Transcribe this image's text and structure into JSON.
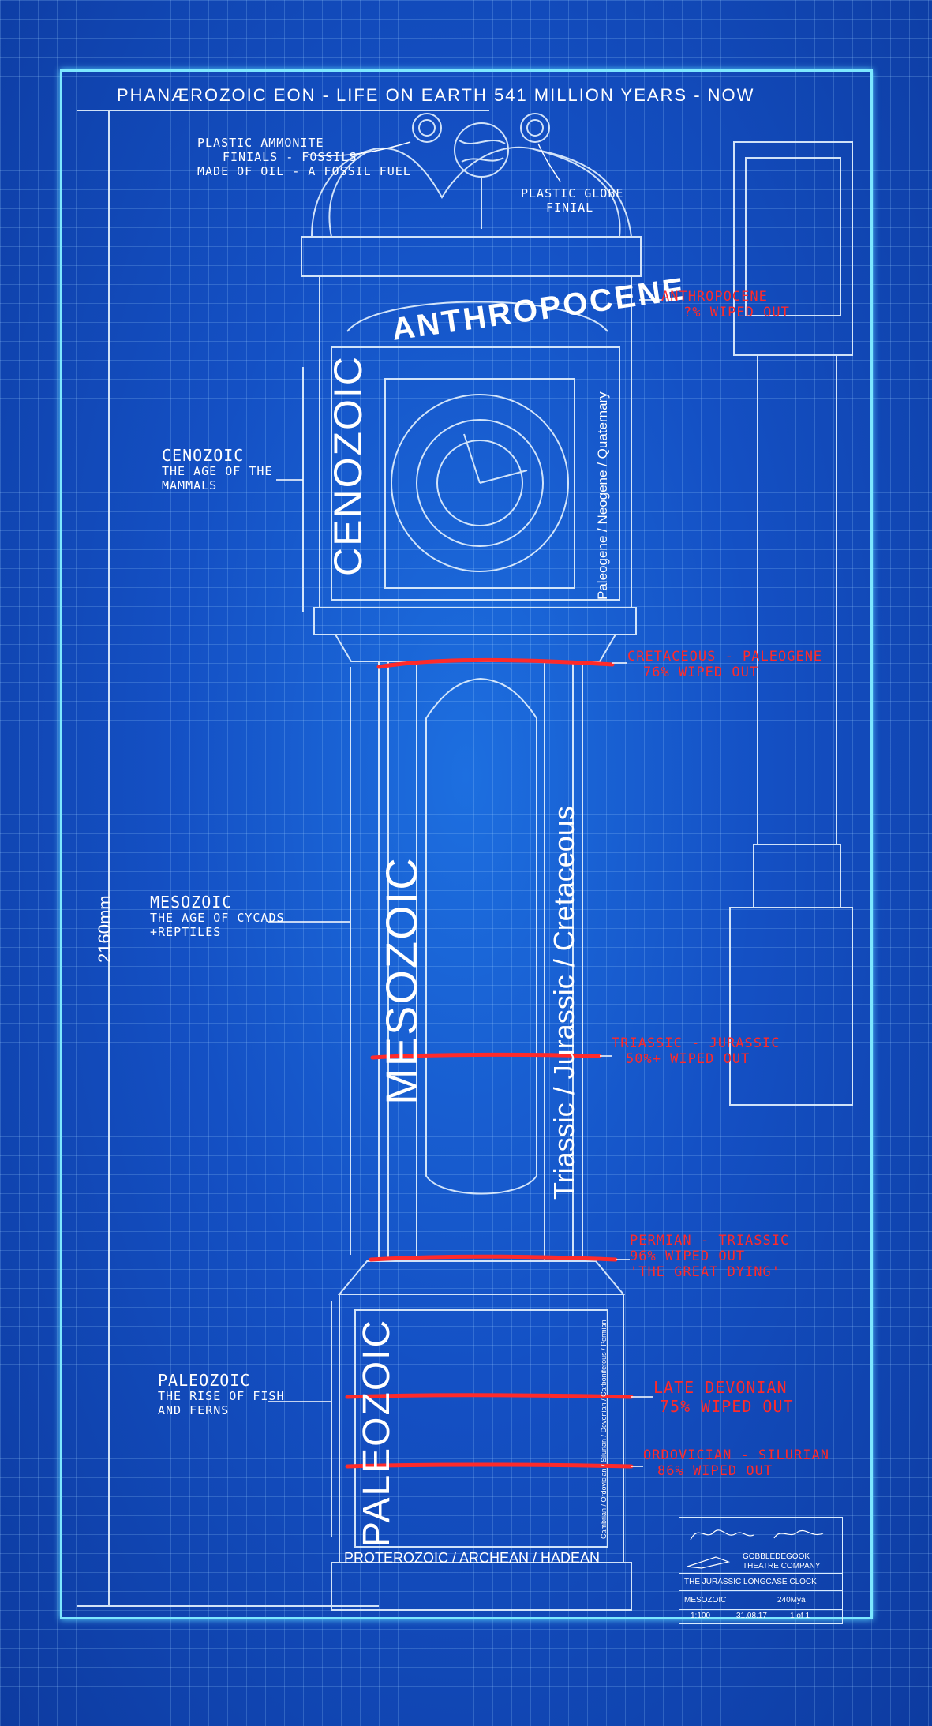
{
  "title": "PHANÆROZOIC EON - LIFE ON EARTH 541 MILLION YEARS - NOW",
  "dimension": "2160mm",
  "notes": {
    "ammonite": [
      "PLASTIC AMMONITE",
      "FINIALS - FOSSILS",
      "MADE OF OIL - A FOSSIL FUEL"
    ],
    "globe": [
      "PLASTIC GLOBE",
      "FINIAL"
    ]
  },
  "hood_arch": "ANTHROPOCENE",
  "eras": {
    "cenozoic": {
      "big": "CENOZOIC",
      "label": "CENOZOIC",
      "desc": [
        "THE AGE OF THE",
        "MAMMALS"
      ],
      "periods": "Paleogene / Neogene / Quaternary"
    },
    "mesozoic": {
      "big": "MESOZOIC",
      "label": "MESOZOIC",
      "desc": [
        "THE AGE OF CYCADS",
        "+REPTILES"
      ],
      "periods": "Triassic / Jurassic / Cretaceous"
    },
    "paleozoic": {
      "big": "PALEOZOIC",
      "label": "PALEOZOIC",
      "desc": [
        "THE RISE OF FISH",
        "AND FERNS"
      ],
      "periods": "Cambrian / Ordovician / Silurian / Devonian / Carboniferous / Permian"
    }
  },
  "base_text": "PROTEROZOIC / ARCHEAN / HADEAN",
  "extinctions": [
    {
      "name": "ANTHROPOCENE",
      "stat": "?% WIPED OUT"
    },
    {
      "name": "CRETACEOUS - PALEOGENE",
      "stat": "76% WIPED OUT"
    },
    {
      "name": "TRIASSIC - JURASSIC",
      "stat": "50%+ WIPED OUT"
    },
    {
      "name": "PERMIAN - TRIASSIC",
      "stat": "96% WIPED OUT",
      "extra": "'THE GREAT DYING'"
    },
    {
      "name": "LATE DEVONIAN",
      "stat": "75% WIPED OUT"
    },
    {
      "name": "ORDOVICIAN - SILURIAN",
      "stat": "86% WIPED OUT"
    }
  ],
  "title_block": {
    "company": [
      "GOBBLEDEGOOK",
      "THEATRE COMPANY"
    ],
    "drawing": "THE JURASSIC LONGCASE CLOCK",
    "era": "MESOZOIC",
    "mya": "240Mya",
    "scale": "1:100",
    "date": "31.08.17",
    "sheet": "1 of 1"
  },
  "colors": {
    "background": "#1450c4",
    "frame": "#7de7ff",
    "line": "#ffffff",
    "extinction": "#ff2a2a"
  }
}
